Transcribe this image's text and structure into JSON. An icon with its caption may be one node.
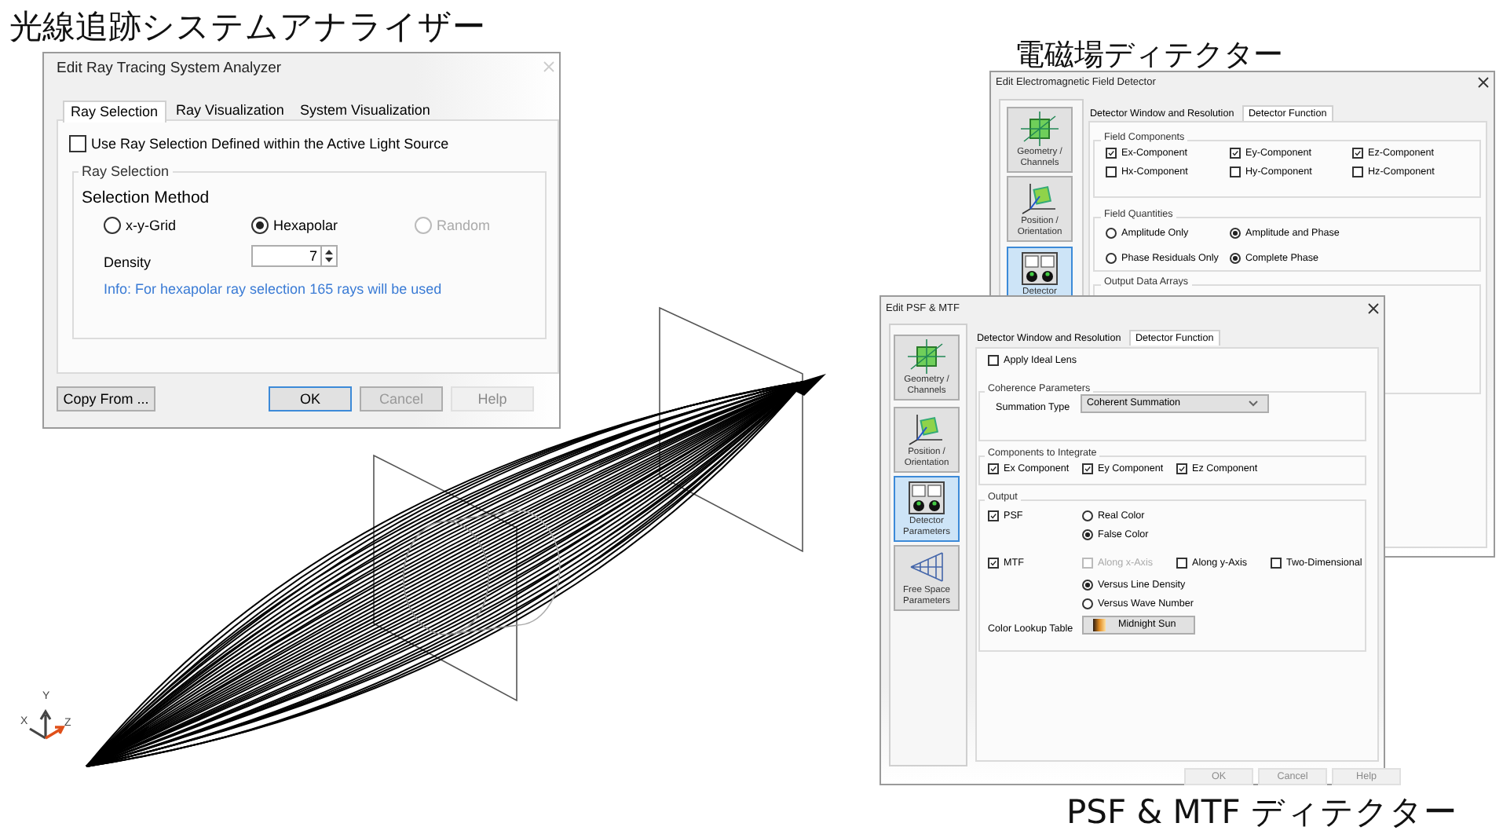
{
  "diagram": {
    "nodes": [
      {
        "text": [
          "光線追跡システムアナライザー",
          "Edit Ray Tracing System Analyzer"
        ]
      },
      {
        "text": [
          "電磁場ディテクター",
          "Edit Electromagnetic Field Detector"
        ]
      },
      {
        "text": [
          "Edit PSF & MTF",
          "PSF & MTF ディテクター"
        ]
      }
    ],
    "labels": [
      "Ray Selection",
      "Ray Visualization",
      "System Visualization",
      "Use Ray Selection Defined within the Active Light Source",
      "Ray Selection",
      "Selection Method",
      "x-y-Grid",
      "Hexapolar",
      "Random",
      "Density",
      "7",
      "Info: For hexapolar ray selection 165 rays will be used",
      "Copy From ...",
      "OK",
      "Cancel",
      "Help",
      "Geometry / Channels",
      "Position / Orientation",
      "Detector",
      "Detector Window and Resolution",
      "Detector Function",
      "Field Components",
      "Ex-Component",
      "Ey-Component",
      "Ez-Component",
      "Hx-Component",
      "Hy-Component",
      "Hz-Component",
      "Field Quantities",
      "Amplitude Only",
      "Amplitude and Phase",
      "Phase Residuals Only",
      "Complete Phase",
      "Output Data Arrays",
      "Geometry / Channels",
      "Position / Orientation",
      "Detector Parameters",
      "Free Space Parameters",
      "Detector Window and Resolution",
      "Detector Function",
      "Apply Ideal Lens",
      "Coherence Parameters",
      "Summation Type",
      "Coherent Summation",
      "Components to Integrate",
      "Ex Component",
      "Ey Component",
      "Ez Component",
      "Output",
      "PSF",
      "Real Color",
      "False Color",
      "MTF",
      "Along x-Axis",
      "Along y-Axis",
      "Two-Dimensional",
      "Versus Line Density",
      "Versus Wave Number",
      "Color Lookup Table",
      "Midnight Sun",
      "OK",
      "Cancel",
      "Help",
      "Y",
      "X",
      "Z"
    ]
  }
}
